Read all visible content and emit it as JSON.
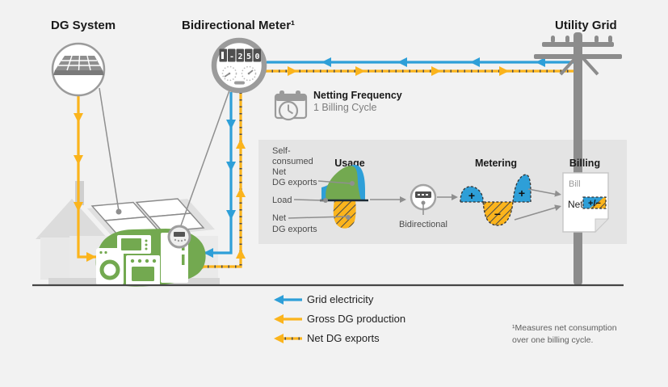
{
  "titles": {
    "dg_system": "DG System",
    "bidirectional_meter": "Bidirectional Meter¹",
    "utility_grid": "Utility Grid"
  },
  "netting": {
    "title": "Netting Frequency",
    "value": "1 Billing Cycle"
  },
  "meter": {
    "reading": "-250"
  },
  "panel": {
    "usage_title": "Usage",
    "metering_title": "Metering",
    "billing_title": "Billing",
    "self_consumed_lines": [
      "Self-",
      "consumed",
      "Net",
      "DG exports"
    ],
    "load_label": "Load",
    "net_dg_lines": [
      "Net",
      "DG exports"
    ],
    "bidirectional_label": "Bidirectional",
    "metering_signs": {
      "left_plus": "+",
      "minus": "−",
      "right_plus": "+"
    },
    "billing_doc": {
      "bill_label": "Bill",
      "net_label": "Net",
      "badge_text": "+/−"
    }
  },
  "legend": {
    "items": [
      {
        "label": "Grid electricity",
        "color": "#2E9FD8",
        "style": "solid"
      },
      {
        "label": "Gross DG production",
        "color": "#FBB41C",
        "style": "solid"
      },
      {
        "label": "Net DG exports",
        "color": "#FBB41C",
        "style": "dashed"
      }
    ]
  },
  "footnote_lines": [
    "¹Measures net consumption",
    "over one billing cycle."
  ],
  "colors": {
    "grid_blue": "#2E9FD8",
    "dg_yellow": "#FBB41C",
    "self_consumed_green": "#73A950",
    "panel_gray": "#E4E4E4",
    "background": "#F2F2F2",
    "pole_gray": "#8C8C8C",
    "ring_gray": "#9B9B9B",
    "text_dark": "#1A1A1A",
    "text_gray": "#4C4C4C",
    "callout_gray": "#8F8F8F"
  }
}
